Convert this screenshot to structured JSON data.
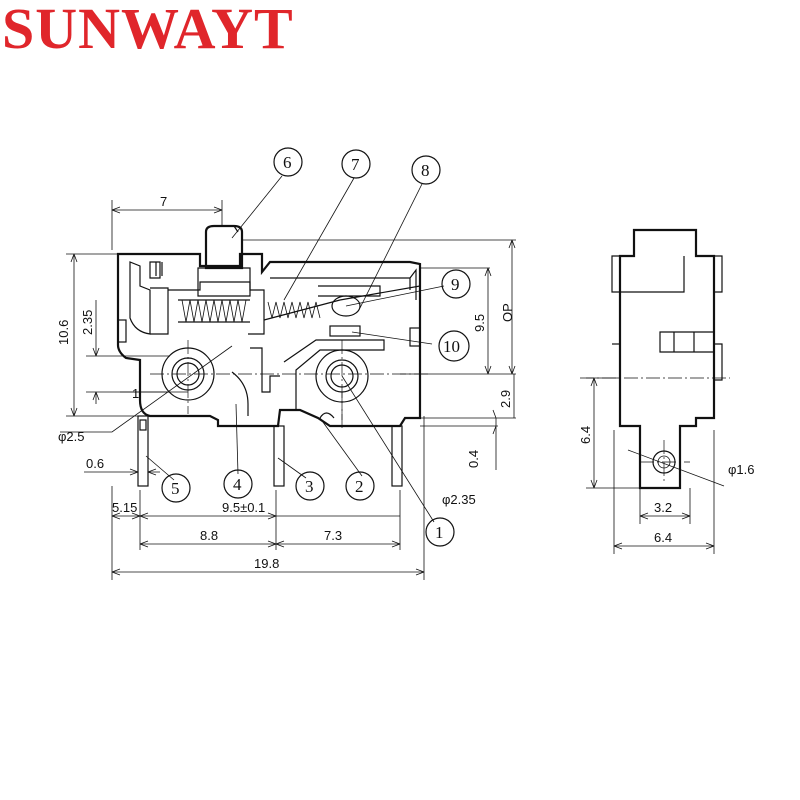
{
  "brand": {
    "text": "SUNWAYT",
    "color": "#e0262b"
  },
  "callouts": [
    {
      "number": "1"
    },
    {
      "number": "2"
    },
    {
      "number": "3"
    },
    {
      "number": "4"
    },
    {
      "number": "5"
    },
    {
      "number": "6"
    },
    {
      "number": "7"
    },
    {
      "number": "8"
    },
    {
      "number": "9"
    },
    {
      "number": "10"
    }
  ],
  "front_view": {
    "dims": {
      "top_width": "7",
      "height_total": "10.6",
      "height_pin": "2.35",
      "pin_offset": "1",
      "hole_dia": "φ2.5",
      "pin_thick": "0.6",
      "pin_1": "5.15",
      "pin_pitch": "9.5±0.1",
      "pin_span_a": "8.8",
      "pin_span_b": "7.3",
      "overall": "19.8",
      "right_hole_dia": "φ2.35",
      "op": "OP",
      "h_9_5": "9.5",
      "h_2_9": "2.9",
      "h_0_4": "0.4"
    }
  },
  "side_view": {
    "dims": {
      "height": "6.4",
      "hole_dia": "φ1.6",
      "hole_pos": "3.2",
      "width": "6.4"
    }
  }
}
